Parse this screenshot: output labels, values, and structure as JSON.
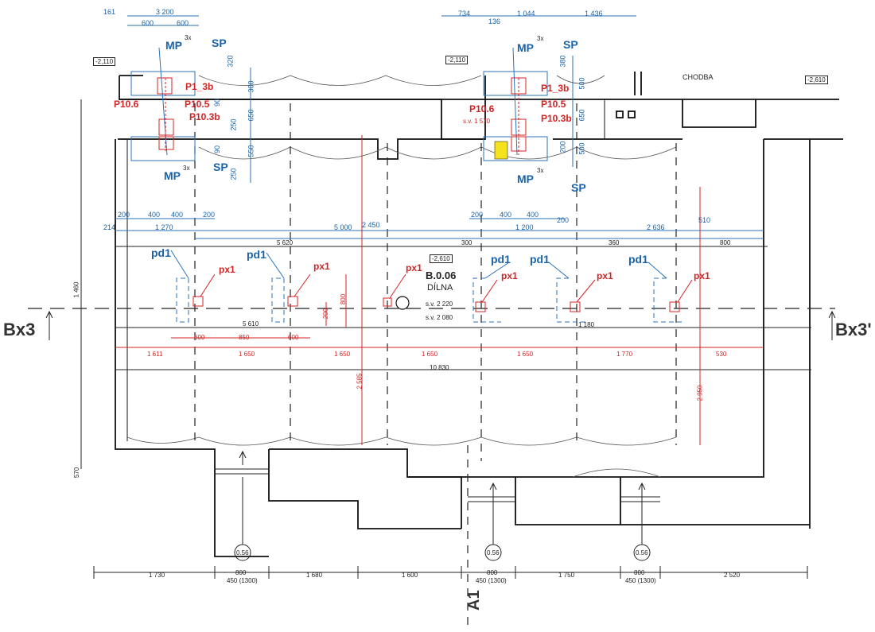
{
  "room": {
    "code": "B.0.06",
    "name": "DÍLNA",
    "sv1": "s.v. 2 220",
    "sv2": "s.v. 2 080"
  },
  "corridor": "CHODBA",
  "levels": {
    "left": "-2,110",
    "mid": "-2,110",
    "right": "-2,610",
    "center": "-2,610",
    "sv_mid": "s.v. 1 570"
  },
  "sections": {
    "left": "Bx3",
    "right": "Bx3'",
    "bottom": "A1"
  },
  "tags": {
    "mp": "MP",
    "sp": "SP",
    "mp_mult": "3x",
    "pd1": "pd1",
    "px1": "px1",
    "p10_6": "P10.6",
    "p10_5": "P10.5",
    "p10_3b": "P10.3b",
    "p10_3b_top": "P1_3b"
  },
  "circles": [
    "0.56",
    "0.56",
    "0.56"
  ],
  "dims_top": [
    "161",
    "3 200",
    "600",
    "600",
    "734",
    "136",
    "1 044",
    "1 436"
  ],
  "dims_row1": [
    "200",
    "400",
    "400",
    "200",
    "200",
    "400",
    "400",
    "200"
  ],
  "dims_row2": [
    "214",
    "1 270",
    "5 000",
    "2 450",
    "1 200",
    "2 636",
    "510"
  ],
  "dims_red": [
    "1 611",
    "1 650",
    "1 650",
    "1 650",
    "1 650",
    "1 770",
    "530"
  ],
  "dims_red2": [
    "600",
    "850",
    "600"
  ],
  "dims_misc": [
    "800",
    "200",
    "5 610",
    "10 830",
    "2 585",
    "2 950",
    "5 620",
    "1 180",
    "300",
    "360",
    "800"
  ],
  "dims_bottom": [
    "1 730",
    "800",
    "1 680",
    "1 600",
    "800",
    "1 750",
    "800",
    "2 520"
  ],
  "dims_bottom_sub": [
    "450 (1300)",
    "450 (1300)",
    "450 (1300)"
  ],
  "dims_vert": [
    "300",
    "650",
    "550",
    "500",
    "380",
    "90",
    "250",
    "90",
    "250",
    "320",
    "650",
    "500",
    "200",
    "1 460",
    "570"
  ]
}
